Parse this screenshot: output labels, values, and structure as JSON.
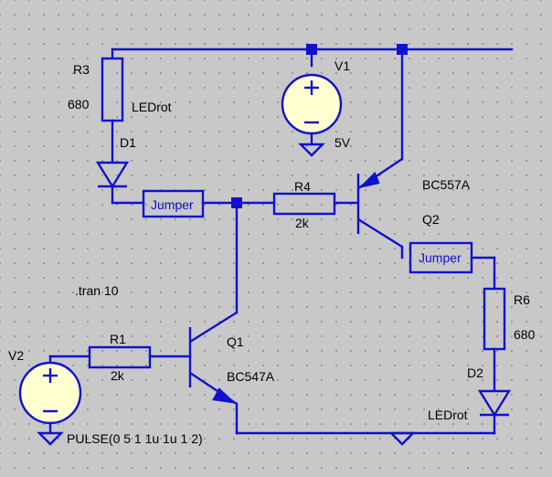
{
  "components": {
    "r3": {
      "name": "R3",
      "value": "680"
    },
    "d1": {
      "name": "D1",
      "value": "LEDrot"
    },
    "v1": {
      "name": "V1",
      "value": "5V"
    },
    "r4": {
      "name": "R4",
      "value": "2k"
    },
    "q2": {
      "name": "Q2",
      "value": "BC557A"
    },
    "jumper1": {
      "label": "Jumper"
    },
    "jumper2": {
      "label": "Jumper"
    },
    "r6": {
      "name": "R6",
      "value": "680"
    },
    "d2": {
      "name": "D2",
      "value": "LEDrot"
    },
    "r1": {
      "name": "R1",
      "value": "2k"
    },
    "q1": {
      "name": "Q1",
      "value": "BC547A"
    },
    "v2": {
      "name": "V2",
      "value": "PULSE(0 5 1 1u 1u 1 2)"
    }
  },
  "directive": ".tran 10"
}
